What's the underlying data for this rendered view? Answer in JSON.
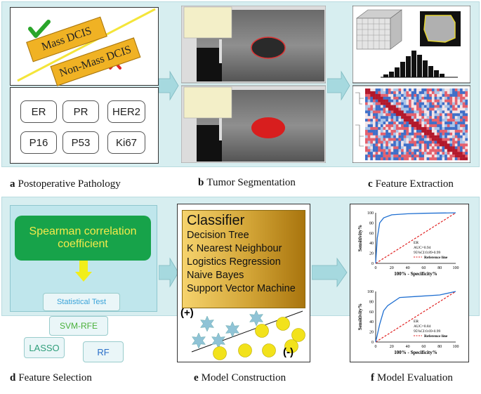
{
  "pathology": {
    "mass_label": "Mass DCIS",
    "nonmass_label": "Non-Mass DCIS",
    "markers": [
      "ER",
      "PR",
      "HER2",
      "P16",
      "P53",
      "Ki67"
    ]
  },
  "captions": {
    "a_letter": "a",
    "a_text": "Postoperative Pathology",
    "b_letter": "b",
    "b_text": "Tumor Segmentation",
    "c_letter": "c",
    "c_text": "Feature Extraction",
    "d_letter": "d",
    "d_text": "Feature Selection",
    "e_letter": "e",
    "e_text": "Model Construction",
    "f_letter": "f",
    "f_text": "Model Evaluation"
  },
  "feature_selection": {
    "spearman": "Spearman correlation coefficient",
    "statistical_test": "Statistical Test",
    "svm_rfe": "SVM-RFE",
    "lasso": "LASSO",
    "rf": "RF"
  },
  "classifier": {
    "title": "Classifier",
    "items": [
      "Decision Tree",
      "K Nearest Neighbour",
      "Logistics Regression",
      "Naive Bayes",
      "Support Vector Machine"
    ],
    "plus_label": "(+)",
    "minus_label": "(-)"
  },
  "roc": [
    {
      "ylabel": "Sensitivity%",
      "xlabel": "100% - Specificity%",
      "ticks": [
        "0",
        "20",
        "40",
        "60",
        "80",
        "100"
      ],
      "legend_title": "ER",
      "auc": "AUC=0.94",
      "ci": "95%CI:0.89-0.99",
      "ref_label": "Reference line",
      "curve": [
        [
          0,
          0
        ],
        [
          2,
          50
        ],
        [
          5,
          80
        ],
        [
          10,
          90
        ],
        [
          20,
          96
        ],
        [
          40,
          98
        ],
        [
          60,
          99
        ],
        [
          100,
          100
        ]
      ]
    },
    {
      "ylabel": "Sensitivity%",
      "xlabel": "100% - Specificity%",
      "ticks": [
        "0",
        "20",
        "40",
        "60",
        "80",
        "100"
      ],
      "legend_title": "ER",
      "auc": "AUC=0.84",
      "ci": "95%CI:0.69-0.99",
      "ref_label": "Reference line",
      "curve": [
        [
          0,
          0
        ],
        [
          5,
          35
        ],
        [
          10,
          62
        ],
        [
          15,
          72
        ],
        [
          30,
          88
        ],
        [
          50,
          90
        ],
        [
          80,
          93
        ],
        [
          100,
          100
        ]
      ]
    }
  ],
  "colors": {
    "panel_bg": "#d7eef0",
    "arrow": "#a6d9df",
    "dcis_box": "#f0b224",
    "spearman_box": "#17a34a",
    "classifier_bg": "#b8860b",
    "roc_curve": "#1f6fd1",
    "reference_line": "#e02020",
    "stars": "#8fc3d6",
    "circles": "#f2e21b"
  }
}
